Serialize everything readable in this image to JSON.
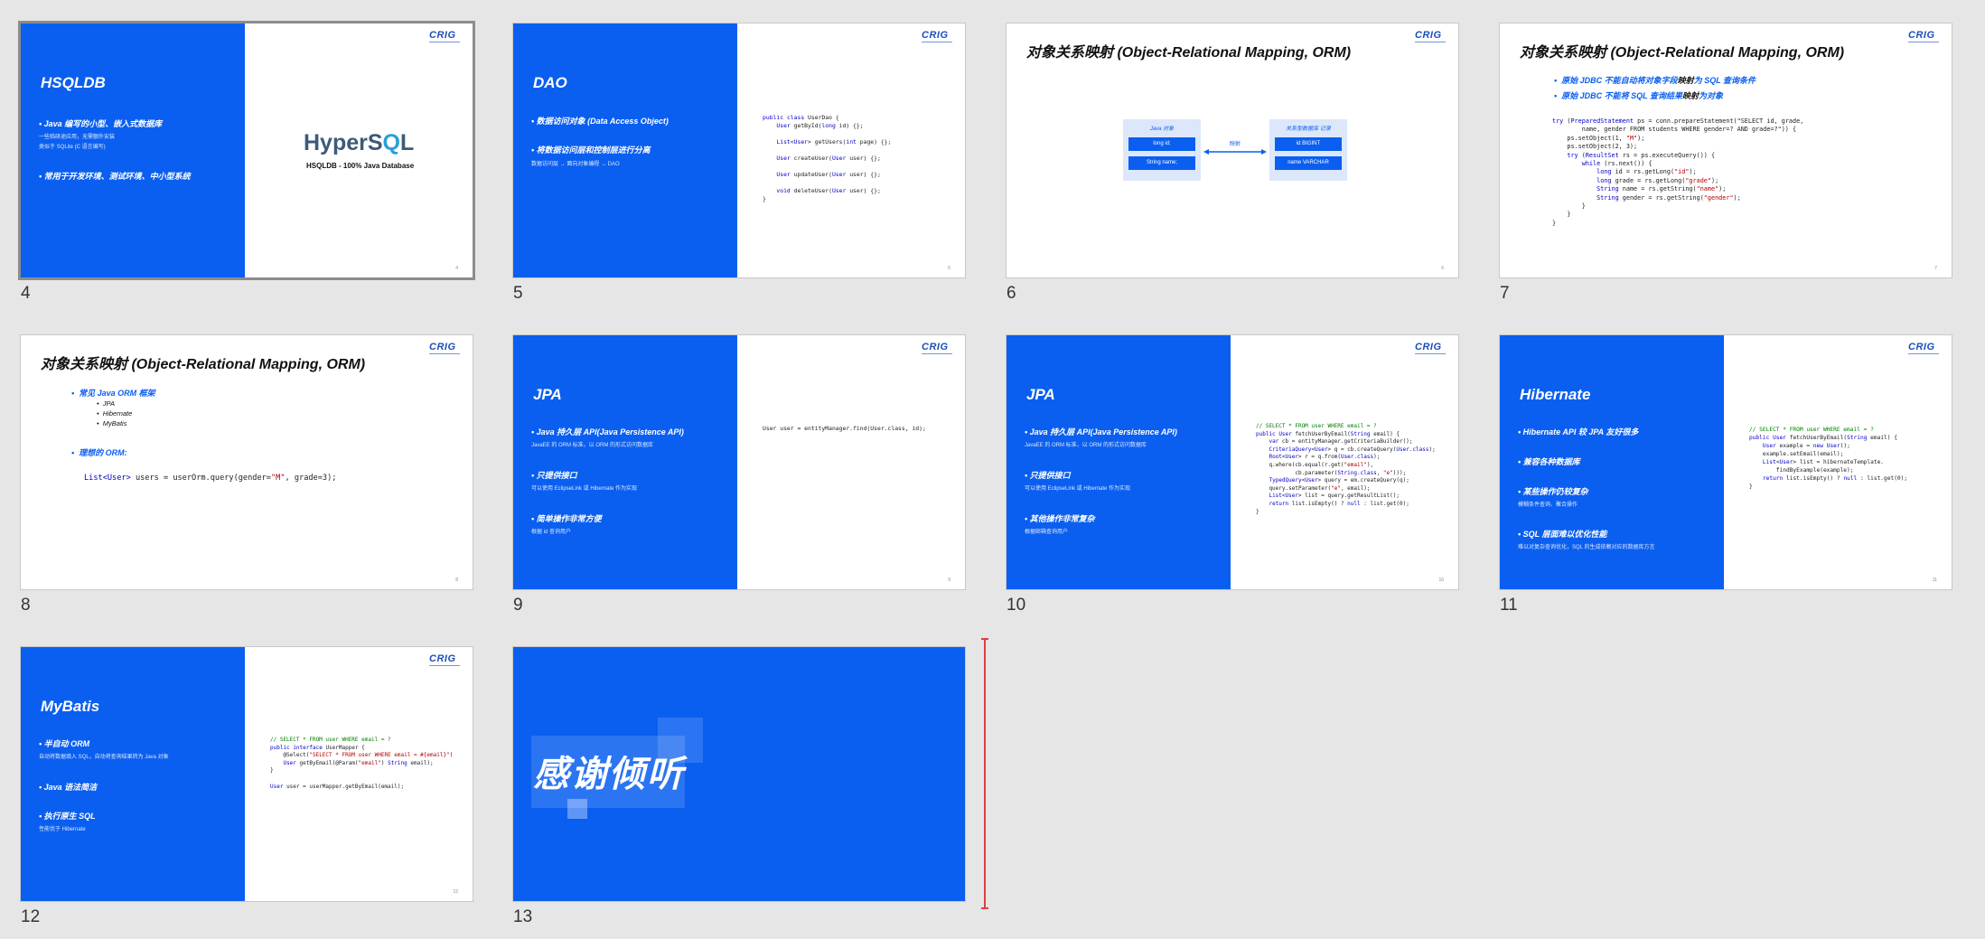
{
  "logo": "CRIG",
  "slides": [
    {
      "number": "4",
      "page": "4",
      "title": "HSQLDB",
      "b1": "• Java 编写的小型、嵌入式数据库",
      "s1a": "一些临研途应用，无需额外安装",
      "s1b": "类似于 SQLite (C 语言编写)",
      "b2": "• 常用于开发环境、测试环境、中小型系统",
      "logo_a": "HyperS",
      "logo_q": "Q",
      "logo_b": "L",
      "caption": "HSQLDB - 100% Java Database"
    },
    {
      "number": "5",
      "page": "5",
      "title": "DAO",
      "b1": "• 数据访问对象 (Data Access Object)",
      "b2": "• 将数据访问层和控制层进行分离",
      "s2": "数据访问层 → 面向对象编程 → DAO",
      "code": [
        "public class UserDao {",
        "    User getById(long id) {};",
        "",
        "    List<User> getUsers(int page) {};",
        "",
        "    User createUser(User user) {};",
        "",
        "    User updateUser(User user) {};",
        "",
        "    void deleteUser(User user) {};",
        "}"
      ]
    },
    {
      "number": "6",
      "page": "6",
      "title": "对象关系映射 (Object-Relational Mapping, ORM)",
      "java_label": "Java 对象",
      "java_f1": "long id;",
      "java_f2": "String name;",
      "map_label": "映射",
      "db_label": "关系型数据库 记录",
      "db_f1": "id BIGINT",
      "db_f2": "name VARCHAR"
    },
    {
      "number": "7",
      "page": "7",
      "title": "对象关系映射 (Object-Relational Mapping, ORM)",
      "p1a": "原始 JDBC 不能自动将对象字段",
      "p1b": "映射",
      "p1c": "为 SQL 查询条件",
      "p2a": "原始 JDBC 不能将 SQL 查询结果",
      "p2b": "映射",
      "p2c": "为对象",
      "code": [
        "try (PreparedStatement ps = conn.prepareStatement(\"SELECT id, grade,",
        "        name, gender FROM students WHERE gender=? AND grade=?\")) {",
        "    ps.setObject(1, \"M\");",
        "    ps.setObject(2, 3);",
        "    try (ResultSet rs = ps.executeQuery()) {",
        "        while (rs.next()) {",
        "            long id = rs.getLong(\"id\");",
        "            long grade = rs.getLong(\"grade\");",
        "            String name = rs.getString(\"name\");",
        "            String gender = rs.getString(\"gender\");",
        "        }",
        "    }",
        "}"
      ]
    },
    {
      "number": "8",
      "page": "8",
      "title": "对象关系映射 (Object-Relational Mapping, ORM)",
      "h1": "常见 Java ORM 框架",
      "items": [
        "JPA",
        "Hibernate",
        "MyBatis"
      ],
      "h2": "理想的 ORM:",
      "code": "List<User> users = userOrm.query(gender=\"M\", grade=3);"
    },
    {
      "number": "9",
      "page": "9",
      "title": "JPA",
      "b1": "• Java 持久层 API(Java Persistence API)",
      "s1": "JavaEE 的 ORM 标准，以 ORM 的形式访问数据库",
      "b2": "• 只提供接口",
      "s2": "可以使用 EclipseLink 或 Hibernate 作为实现",
      "b3": "• 简单操作非常方便",
      "s3": "根据 id 查询用户",
      "code": "User user = entityManager.find(User.class, id);"
    },
    {
      "number": "10",
      "page": "10",
      "title": "JPA",
      "b1": "• Java 持久层 API(Java Persistence API)",
      "s1": "JavaEE 的 ORM 标准，以 ORM 的形式访问数据库",
      "b2": "• 只提供接口",
      "s2": "可以使用 EclipseLink 或 Hibernate 作为实现",
      "b3": "• 其他操作非常复杂",
      "s3": "根据邮箱查询用户",
      "code": [
        "// SELECT * FROM user WHERE email = ?",
        "public User fetchUserByEmail(String email) {",
        "    var cb = entityManager.getCriteriaBuilder();",
        "    CriteriaQuery<User> q = cb.createQuery(User.class);",
        "    Root<User> r = q.from(User.class);",
        "    q.where(cb.equal(r.get(\"email\"),",
        "            cb.parameter(String.class, \"e\")));",
        "    TypedQuery<User> query = em.createQuery(q);",
        "    query.setParameter(\"e\", email);",
        "    List<User> list = query.getResultList();",
        "    return list.isEmpty() ? null : list.get(0);",
        "}"
      ]
    },
    {
      "number": "11",
      "page": "11",
      "title": "Hibernate",
      "b1": "• Hibernate API 较 JPA 友好很多",
      "b2": "• 兼容各种数据库",
      "b3": "• 某些操作仍较复杂",
      "s3": "模糊条件查询、聚合操作",
      "b4": "• SQL 层面难以优化性能",
      "s4": "难以对复杂查询优化，SQL 的生成依赖对应的数据库方言",
      "code": [
        "// SELECT * FROM user WHERE email = ?",
        "public User fetchUserByEmail(String email) {",
        "    User example = new User();",
        "    example.setEmail(email);",
        "    List<User> list = hibernateTemplate.",
        "        findByExample(example);",
        "    return list.isEmpty() ? null : list.get(0);",
        "}"
      ]
    },
    {
      "number": "12",
      "page": "12",
      "title": "MyBatis",
      "b1": "• 半自动 ORM",
      "s1": "自动将数据填入 SQL，自动将查询结果转为 Java 对象",
      "b2": "• Java 语法简洁",
      "b3": "• 执行原生 SQL",
      "s3": "性能优于 Hibernate",
      "code": [
        "// SELECT * FROM user WHERE email = ?",
        "public interface UserMapper {",
        "    @Select(\"SELECT * FROM user WHERE email = #{email}\")",
        "    User getByEmail(@Param(\"email\") String email);",
        "}",
        "",
        "User user = userMapper.getByEmail(email);"
      ]
    },
    {
      "number": "13",
      "title": "感谢倾听"
    }
  ]
}
